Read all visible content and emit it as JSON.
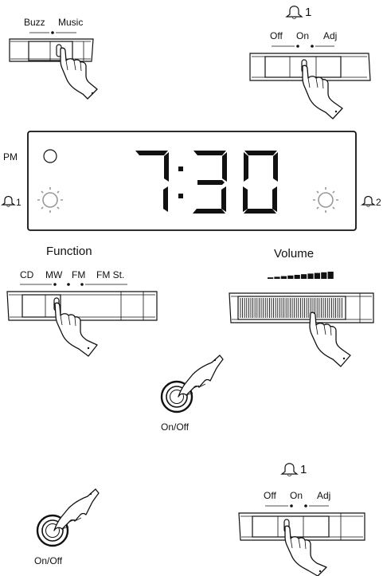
{
  "buzz_music_switch": {
    "left_label": "Buzz",
    "right_label": "Music"
  },
  "alarm1_top": {
    "number": "1",
    "positions": [
      "Off",
      "On",
      "Adj"
    ]
  },
  "display": {
    "pm_label": "PM",
    "time": "7:30",
    "alarm1_number": "1",
    "alarm2_number": "2"
  },
  "function_switch": {
    "title": "Function",
    "positions": [
      "CD",
      "MW",
      "FM",
      "FM St."
    ]
  },
  "volume_control": {
    "title": "Volume"
  },
  "onoff_center": {
    "label": "On/Off"
  },
  "onoff_bottom": {
    "label": "On/Off"
  },
  "alarm1_bottom": {
    "number": "1",
    "positions": [
      "Off",
      "On",
      "Adj"
    ]
  },
  "colors": {
    "ink": "#111111",
    "indicator_gray": "#999999",
    "background": "#ffffff"
  },
  "icons": [
    "bell-icon",
    "hand-pointer-icon",
    "sun-indicator-icon",
    "pm-indicator-icon"
  ]
}
